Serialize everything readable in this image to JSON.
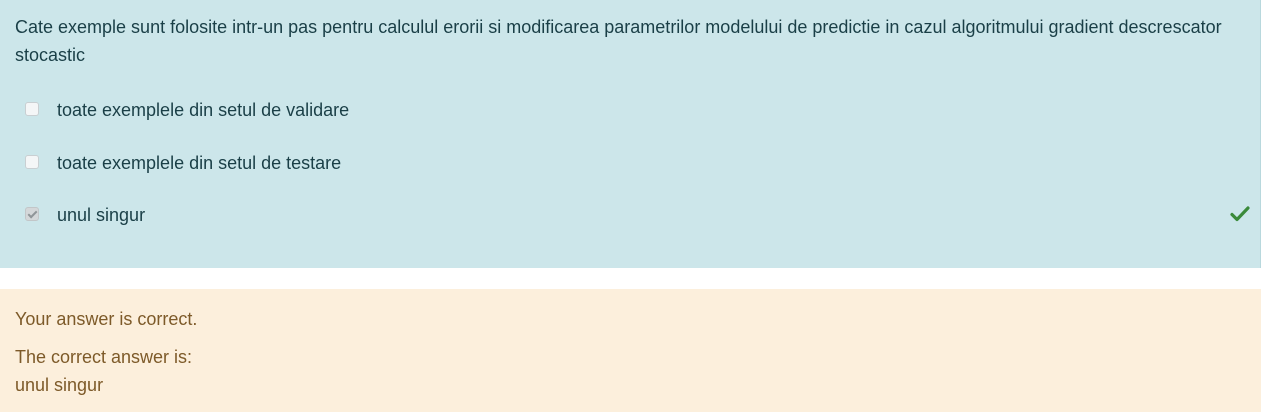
{
  "question": {
    "text": "Cate exemple sunt folosite intr-un pas pentru calculul erorii si modificarea parametrilor modelului de predictie in cazul algoritmului gradient descrescator stocastic",
    "options": [
      {
        "label": "toate exemplele din setul de validare",
        "checked": false
      },
      {
        "label": "toate exemplele din setul de testare",
        "checked": false
      },
      {
        "label": "unul singur",
        "checked": true,
        "mark_icon": "check-icon",
        "mark_color": "#3a8a3a"
      }
    ]
  },
  "feedback": {
    "status": "Your answer is correct.",
    "correct_answer_heading": "The correct answer is:",
    "correct_answer_value": "unul singur"
  },
  "colors": {
    "question_bg": "#cce6ea",
    "feedback_bg": "#fcefdc",
    "question_text": "#1a3f47",
    "feedback_text": "#7d5a29",
    "correct": "#3a8a3a"
  }
}
